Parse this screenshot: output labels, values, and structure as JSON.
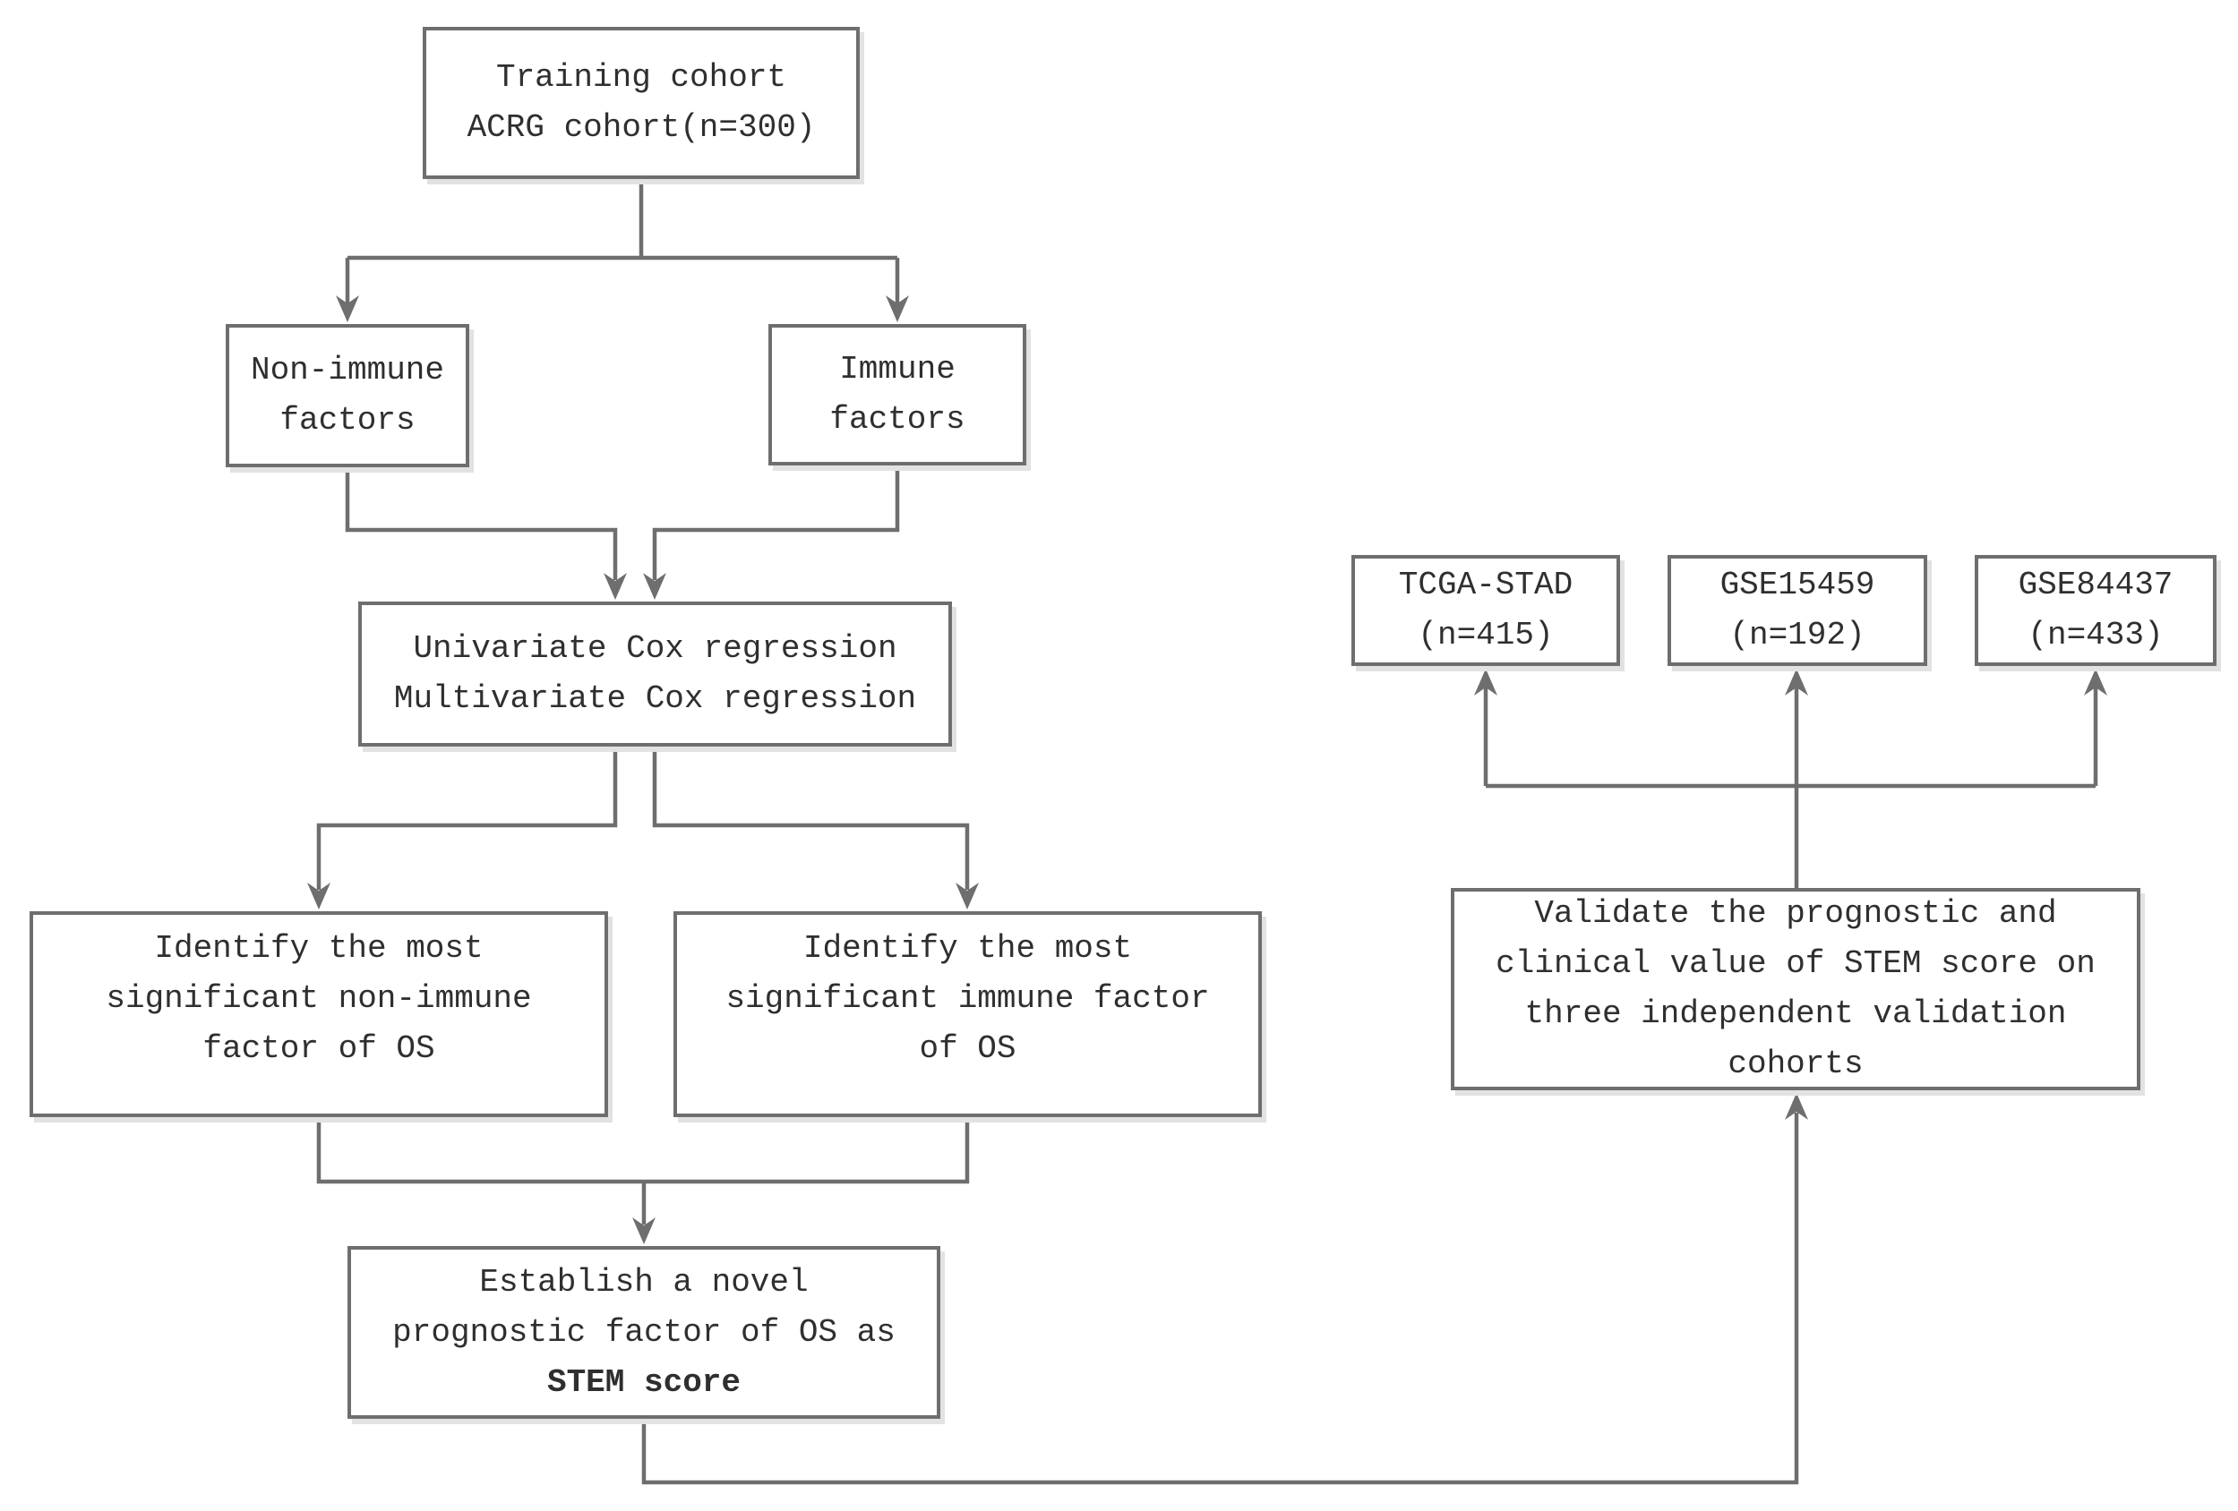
{
  "figure": {
    "type": "flowchart",
    "description": "Study design flowchart: derive STEM score from ACRG training cohort and validate on three independent cohorts"
  },
  "colors": {
    "line": "#6e6e6e",
    "text": "#2f2f2f",
    "shadow": "#e2e2e2",
    "background": "#ffffff"
  },
  "boxes": {
    "training_cohort": {
      "lines": [
        "Training cohort",
        "ACRG cohort(n=300)"
      ]
    },
    "non_immune_factors": {
      "lines": [
        "Non-immune",
        "factors"
      ]
    },
    "immune_factors": {
      "lines": [
        "Immune",
        "factors"
      ]
    },
    "cox_regression": {
      "lines": [
        "Univariate Cox regression",
        "Multivariate Cox regression"
      ]
    },
    "identify_non_immune": {
      "lines": [
        "Identify the most",
        "significant non-immune",
        "factor of OS"
      ]
    },
    "identify_immune": {
      "lines": [
        "Identify the most",
        "significant immune factor",
        "of OS"
      ]
    },
    "stem_score": {
      "lines": [
        "Establish a novel",
        "prognostic factor of OS as",
        "STEM score"
      ]
    },
    "validate": {
      "lines": [
        "Validate the prognostic and",
        "clinical value of STEM score on",
        "three independent validation",
        "cohorts"
      ]
    },
    "tcga_stad": {
      "lines": [
        "TCGA-STAD",
        "(n=415)"
      ]
    },
    "gse15459": {
      "lines": [
        "GSE15459",
        "(n=192)"
      ]
    },
    "gse84437": {
      "lines": [
        "GSE84437",
        "(n=433)"
      ]
    }
  }
}
